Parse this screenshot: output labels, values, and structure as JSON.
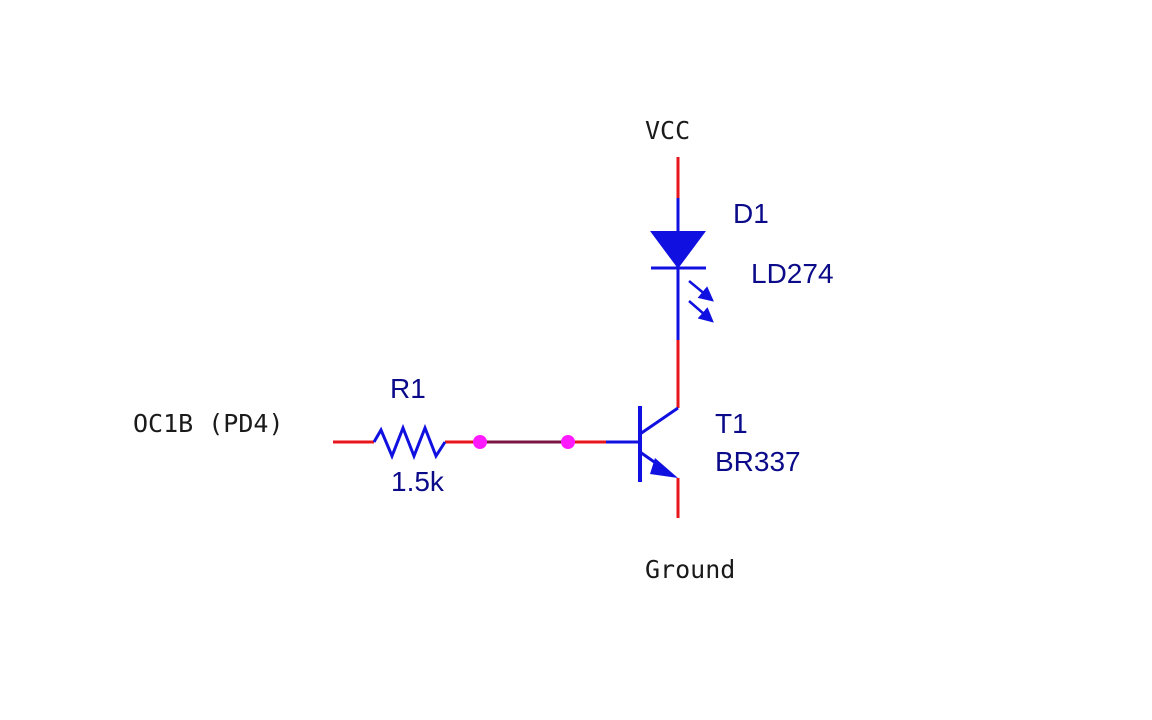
{
  "colors": {
    "wire": "#e8161b",
    "component": "#1010e0",
    "label": "#0b0b8a",
    "net_text": "#1a1a1a",
    "junction": "#ff1aff",
    "bus": "#7a1440"
  },
  "nets": {
    "vcc": "VCC",
    "ground": "Ground",
    "input": "OC1B (PD4)"
  },
  "components": {
    "d1": {
      "ref": "D1",
      "value": "LD274",
      "icon": "led-icon"
    },
    "r1": {
      "ref": "R1",
      "value": "1.5k",
      "icon": "resistor-icon"
    },
    "t1": {
      "ref": "T1",
      "value": "BR337",
      "icon": "npn-transistor-icon"
    }
  }
}
